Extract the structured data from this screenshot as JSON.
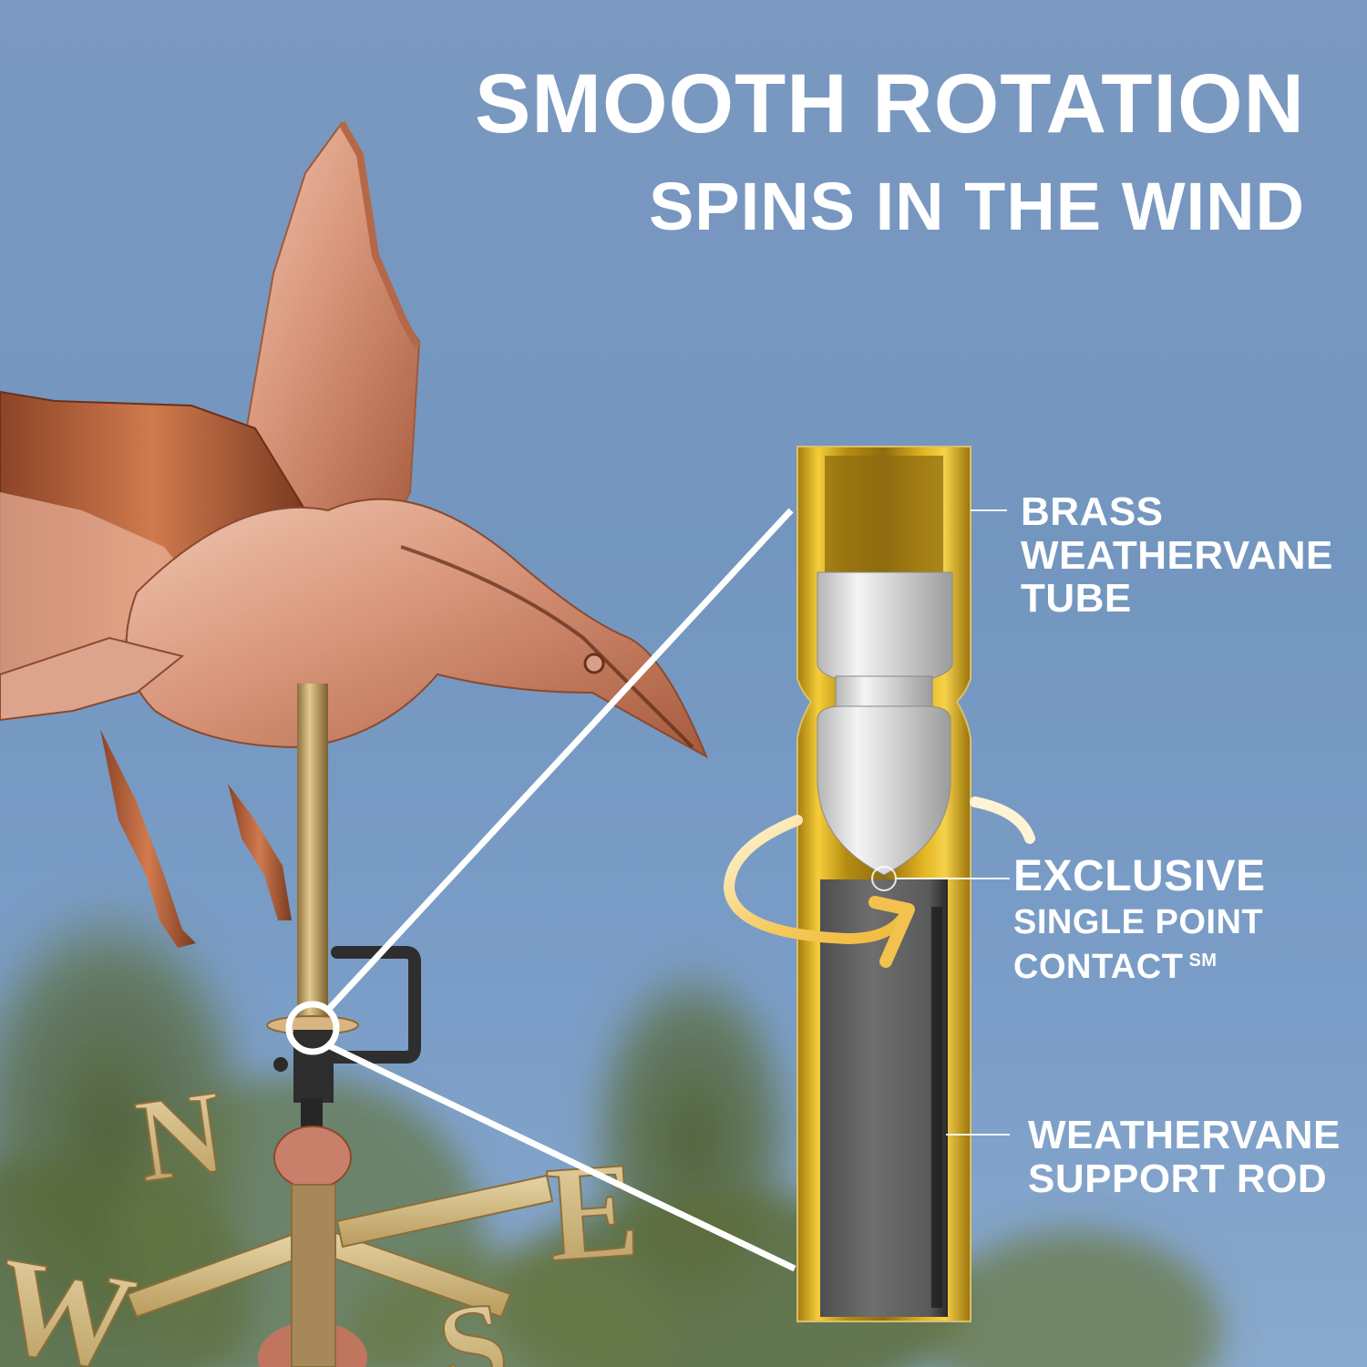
{
  "headline": {
    "line1": "SMOOTH ROTATION",
    "line2": "SPINS IN THE WIND"
  },
  "callouts": {
    "brass_tube": {
      "lines": [
        "BRASS",
        "WEATHERVANE",
        "TUBE"
      ]
    },
    "contact": {
      "line1": "EXCLUSIVE",
      "line2": "SINGLE POINT",
      "line3": "CONTACT",
      "mark": "SM"
    },
    "support_rod": {
      "lines": [
        "WEATHERVANE",
        "SUPPORT ROD"
      ]
    }
  },
  "compass_letters": [
    "N",
    "E",
    "S",
    "W"
  ],
  "icons": {
    "rotation_arrow": "circular-rotation-arrow",
    "zoom_circle": "magnify-circle"
  },
  "colors": {
    "sky": "#7a98c0",
    "text": "#ffffff",
    "copper": "#c8806a",
    "brass_gold": "#d9a61a",
    "steel": "#c9c9c9",
    "rod_gray": "#5a5a5a",
    "arrow_gold": "#f2c14e",
    "foliage": "#55663a"
  }
}
